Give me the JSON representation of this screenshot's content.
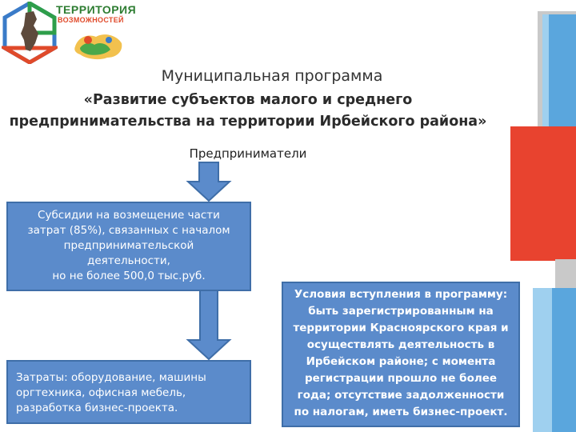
{
  "logo": {
    "title_line1": "ТЕРРИТОРИЯ",
    "title_line2": "ВОЗМОЖНОСТЕЙ",
    "icon": "krasnoyarsk-region-map-hexagon-icon",
    "secondary_icon": "regional-map-emblem-icon",
    "colors": {
      "green": "#2e7d32",
      "red": "#e04a2a",
      "blue": "#3a7bc8"
    }
  },
  "heading": "Муниципальная программа",
  "subtitle": "«Развитие субъектов малого и среднего\nпредпринимательства на территории Ирбейского района»",
  "entrepreneurs_label": "Предприниматели",
  "subsidy_box": "Субсидии на возмещение части\nзатрат (85%), связанных с началом\nпредпринимательской\nдеятельности,\nно не более 500,0 тыс.руб.",
  "costs_box": "Затраты: оборудование, машины\nоргтехника, офисная мебель,\nразработка бизнес-проекта.",
  "conditions_box": "Условия вступления в программу:\nбыть зарегистрированным на\nтерритории Красноярского края и\nосуществлять деятельность в\nИрбейском районе; с момента\nрегистрации прошло не более\nгода; отсутствие задолженности\nпо налогам, иметь бизнес-проект.",
  "colors": {
    "box_fill": "#5b8bcb",
    "box_border": "#3f6ea8",
    "deco_blue": "#5aa6dd",
    "deco_light_blue": "#9fd0ef",
    "deco_red": "#e8432f",
    "deco_gray": "#c9c9c9"
  }
}
